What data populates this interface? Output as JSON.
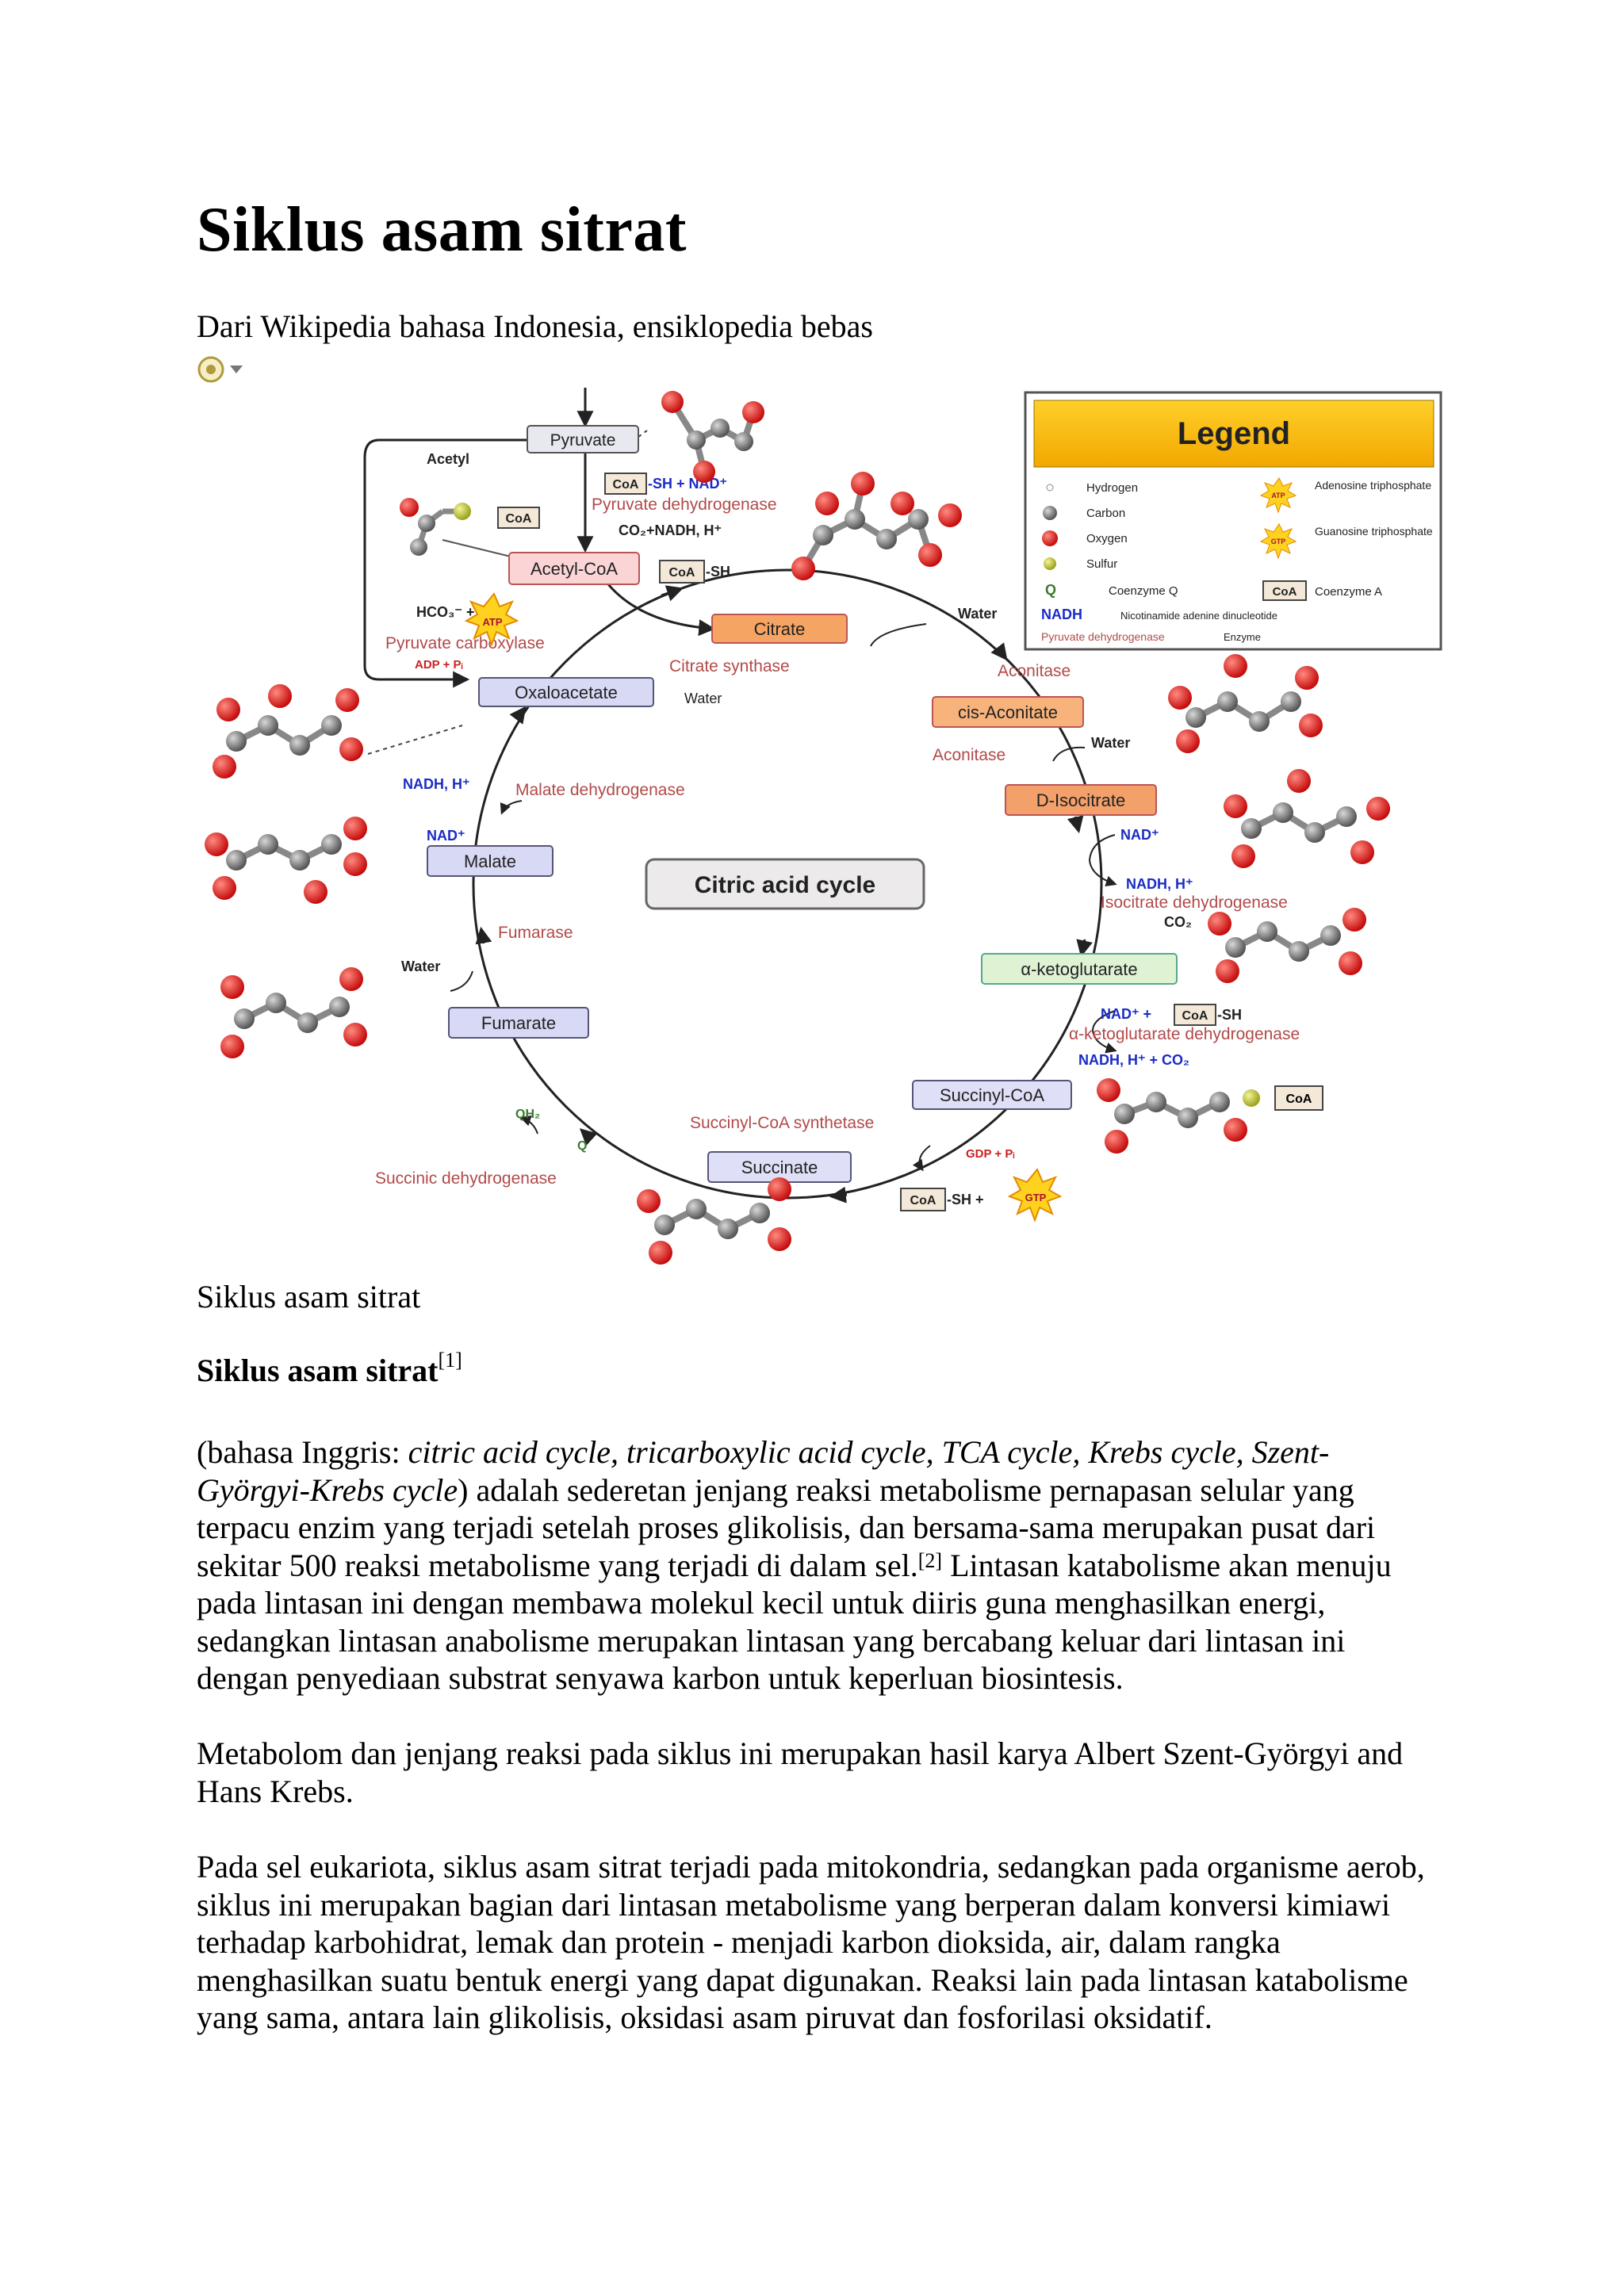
{
  "page": {
    "title": "Siklus asam sitrat",
    "subtitle": "Dari Wikipedia bahasa Indonesia, ensiklopedia bebas",
    "language_icon": "translate-icon"
  },
  "figure": {
    "caption": "Siklus asam sitrat",
    "legend": {
      "title": "Legend",
      "items": [
        "Hydrogen",
        "Carbon",
        "Oxygen",
        "Sulfur",
        "Coenzyme Q",
        "Adenosine triphosphate",
        "Guanosine triphosphate",
        "Coenzyme A",
        "Nicotinamide adenine dinucleotide",
        "Enzyme"
      ],
      "symbols": {
        "q": "Q",
        "coa": "CoA",
        "nadh": "NADH",
        "atp": "ATP",
        "gtp": "GTP",
        "enzyme_sample": "Pyruvate dehydrogenase"
      }
    },
    "center_label": "Citric acid cycle",
    "metabolites": {
      "pyruvate": "Pyruvate",
      "acetyl_coa": "Acetyl-CoA",
      "citrate": "Citrate",
      "cis_aconitate": "cis-Aconitate",
      "d_isocitrate": "D-Isocitrate",
      "a_ketoglutarate": "α-ketoglutarate",
      "succinyl_coa": "Succinyl-CoA",
      "succinate": "Succinate",
      "fumarate": "Fumarate",
      "malate": "Malate",
      "oxaloacetate": "Oxaloacetate"
    },
    "enzymes": {
      "pyruvate_dh": "Pyruvate dehydrogenase",
      "pyruvate_carboxylase": "Pyruvate carboxylase",
      "citrate_synthase": "Citrate synthase",
      "aconitase_1": "Aconitase",
      "aconitase_2": "Aconitase",
      "isocitrate_dh": "Isocitrate dehydrogenase",
      "akg_dh": "α-ketoglutarate dehydrogenase",
      "succinyl_coa_synthetase": "Succinyl-CoA synthetase",
      "succinic_dh": "Succinic dehydrogenase",
      "fumarase": "Fumarase",
      "malate_dh": "Malate dehydrogenase"
    },
    "cofactors": {
      "acetyl": "Acetyl",
      "coa": "CoA",
      "sh": "-SH",
      "coa_sh_nad": "-SH + NAD⁺",
      "co2_nadh": "CO₂+NADH, H⁺",
      "hco3": "HCO₃⁻ +",
      "atp": "ATP",
      "adp_pi": "ADP + Pᵢ",
      "water": "Water",
      "nad": "NAD⁺",
      "nadh_h": "NADH, H⁺",
      "co2": "CO₂",
      "nad_plus": "NAD⁺ +",
      "nadh_h_co2": "NADH, H⁺ + CO₂",
      "gdp_pi": "GDP + Pᵢ",
      "gtp": "GTP",
      "sh_plus": "-SH +",
      "qh2": "QH₂",
      "q": "Q"
    }
  },
  "article": {
    "term": "Siklus asam sitrat",
    "term_ref": "[1]",
    "p1_open": "(bahasa Inggris: ",
    "p1_italic": "citric acid cycle, tricarboxylic acid cycle, TCA cycle, Krebs cycle, Szent-Györgyi-Krebs cycle",
    "p1_mid": ") adalah sederetan jenjang reaksi metabolisme pernapasan selular yang terpacu enzim yang terjadi setelah proses glikolisis, dan bersama-sama merupakan pusat dari sekitar 500 reaksi metabolisme yang terjadi di dalam sel.",
    "p1_ref": "[2]",
    "p1_end": " Lintasan katabolisme akan menuju pada lintasan ini dengan membawa molekul kecil untuk diiris guna menghasilkan energi, sedangkan lintasan anabolisme merupakan lintasan yang bercabang keluar dari lintasan ini dengan penyediaan substrat senyawa karbon untuk keperluan biosintesis.",
    "p2": "Metabolom dan jenjang reaksi pada siklus ini merupakan hasil karya Albert Szent-Györgyi and Hans Krebs.",
    "p3": "Pada sel eukariota, siklus asam sitrat terjadi pada mitokondria, sedangkan pada organisme aerob, siklus ini merupakan bagian dari lintasan metabolisme yang berperan dalam konversi kimiawi terhadap karbohidrat, lemak dan protein - menjadi karbon dioksida, air, dalam rangka menghasilkan suatu bentuk energi yang dapat digunakan. Reaksi lain pada lintasan katabolisme yang sama, antara lain glikolisis, oksidasi asam piruvat dan fosforilasi oksidatif."
  }
}
